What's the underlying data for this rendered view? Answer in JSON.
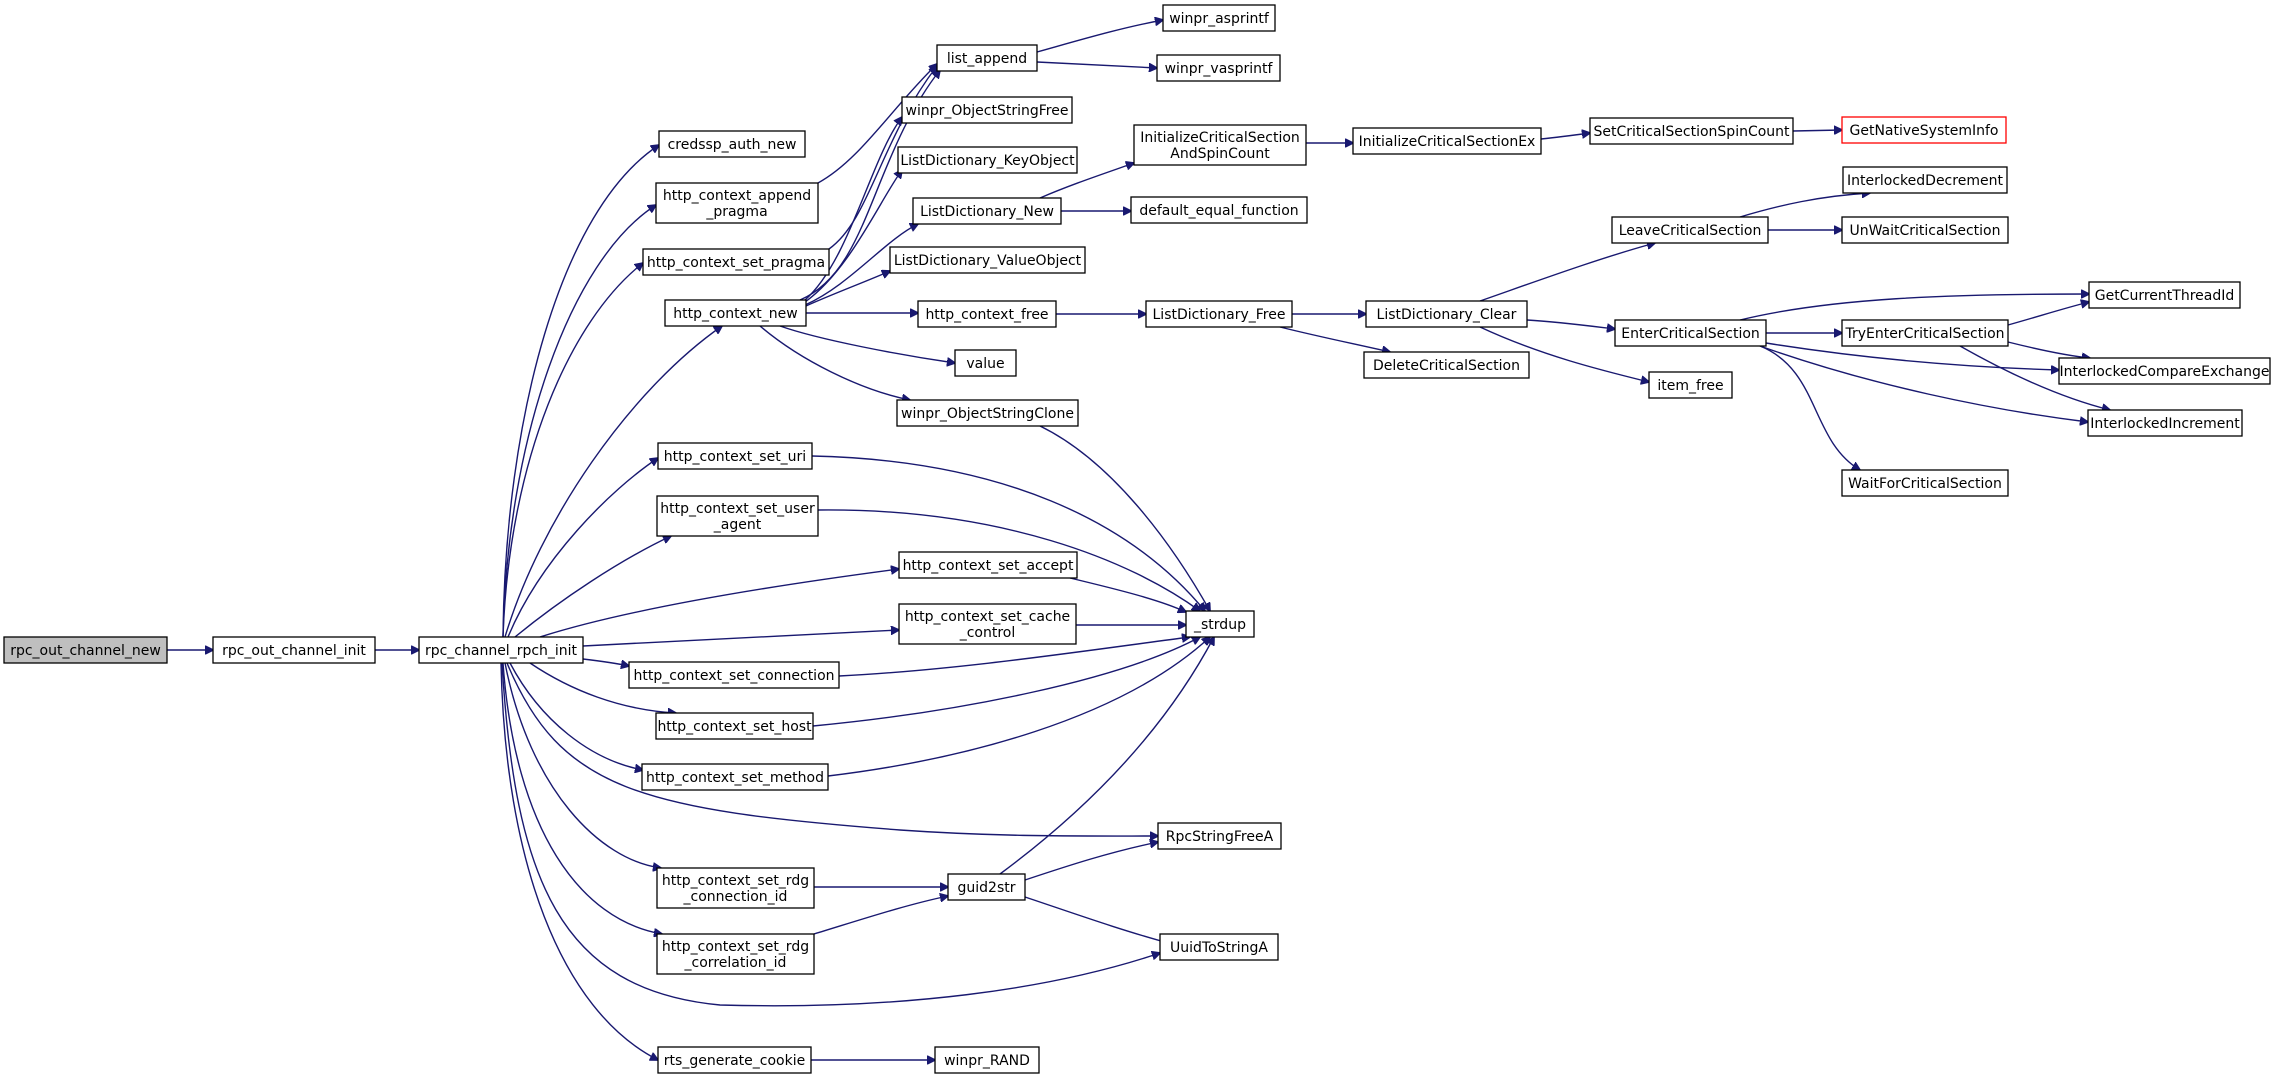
{
  "colors": {
    "edge": "#191970",
    "root_fill": "#bfbfbf",
    "external_border": "#ff0000",
    "node_border": "#000000"
  },
  "nodes": {
    "rpc_out_channel_new": "rpc_out_channel_new",
    "rpc_out_channel_init": "rpc_out_channel_init",
    "rpc_channel_rpch_init": "rpc_channel_rpch_init",
    "credssp_auth_new": "credssp_auth_new",
    "http_context_append_pragma": [
      "http_context_append",
      "_pragma"
    ],
    "http_context_set_pragma": "http_context_set_pragma",
    "http_context_new": "http_context_new",
    "http_context_set_uri": "http_context_set_uri",
    "http_context_set_user_agent": [
      "http_context_set_user",
      "_agent"
    ],
    "http_context_set_accept": "http_context_set_accept",
    "http_context_set_cache_control": [
      "http_context_set_cache",
      "_control"
    ],
    "http_context_set_connection": "http_context_set_connection",
    "http_context_set_host": "http_context_set_host",
    "http_context_set_method": "http_context_set_method",
    "http_context_set_rdg_connection_id": [
      "http_context_set_rdg",
      "_connection_id"
    ],
    "http_context_set_rdg_correlation_id": [
      "http_context_set_rdg",
      "_correlation_id"
    ],
    "rts_generate_cookie": "rts_generate_cookie",
    "list_append": "list_append",
    "winpr_asprintf": "winpr_asprintf",
    "winpr_vasprintf": "winpr_vasprintf",
    "winpr_ObjectStringFree": "winpr_ObjectStringFree",
    "ListDictionary_KeyObject": "ListDictionary_KeyObject",
    "ListDictionary_New": "ListDictionary_New",
    "ListDictionary_ValueObject": "ListDictionary_ValueObject",
    "http_context_free": "http_context_free",
    "value": "value",
    "winpr_ObjectStringClone": "winpr_ObjectStringClone",
    "InitializeCriticalSectionAndSpinCount": [
      "InitializeCriticalSection",
      "AndSpinCount"
    ],
    "InitializeCriticalSectionEx": "InitializeCriticalSectionEx",
    "SetCriticalSectionSpinCount": "SetCriticalSectionSpinCount",
    "GetNativeSystemInfo": "GetNativeSystemInfo",
    "default_equal_function": "default_equal_function",
    "ListDictionary_Free": "ListDictionary_Free",
    "ListDictionary_Clear": "ListDictionary_Clear",
    "DeleteCriticalSection": "DeleteCriticalSection",
    "LeaveCriticalSection": "LeaveCriticalSection",
    "InterlockedDecrement": "InterlockedDecrement",
    "UnWaitCriticalSection": "UnWaitCriticalSection",
    "EnterCriticalSection": "EnterCriticalSection",
    "item_free": "item_free",
    "TryEnterCriticalSection": "TryEnterCriticalSection",
    "GetCurrentThreadId": "GetCurrentThreadId",
    "InterlockedCompareExchange": "InterlockedCompareExchange",
    "InterlockedIncrement": "InterlockedIncrement",
    "WaitForCriticalSection": "WaitForCriticalSection",
    "_strdup": "_strdup",
    "RpcStringFreeA": "RpcStringFreeA",
    "guid2str": "guid2str",
    "UuidToStringA": "UuidToStringA",
    "winpr_RAND": "winpr_RAND"
  }
}
